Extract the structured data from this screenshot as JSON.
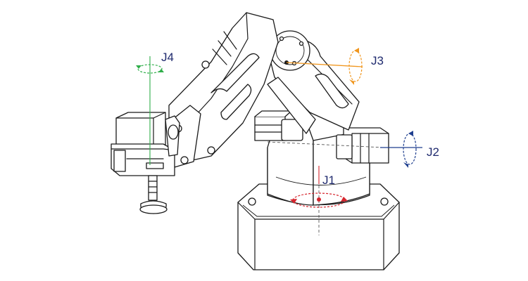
{
  "joints": [
    {
      "id": "j1",
      "label": "J1",
      "color": "#d6262e"
    },
    {
      "id": "j2",
      "label": "J2",
      "color": "#1f3f8f"
    },
    {
      "id": "j3",
      "label": "J3",
      "color": "#f0961e"
    },
    {
      "id": "j4",
      "label": "J4",
      "color": "#2fae49"
    }
  ],
  "colors": {
    "outline": "#1a1a1a",
    "background": "#ffffff"
  }
}
